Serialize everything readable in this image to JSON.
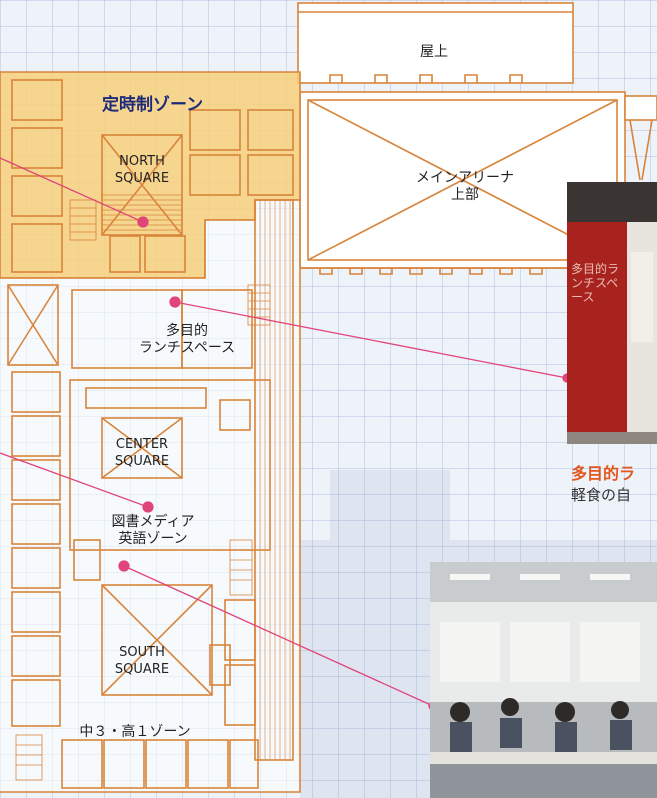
{
  "zone_title": "定時制ゾーン",
  "labels": {
    "rooftop": "屋上",
    "main_arena_line1": "メインアリーナ",
    "main_arena_line2": "上部",
    "north_square_line1": "NORTH",
    "north_square_line2": "SQUARE",
    "lunch_space_line1": "多目的",
    "lunch_space_line2": "ランチスペース",
    "center_square_line1": "CENTER",
    "center_square_line2": "SQUARE",
    "media_line1": "図書メディア",
    "media_line2": "英語ゾーン",
    "south_square_line1": "SOUTH",
    "south_square_line2": "SQUARE",
    "junior_zone": "中３・高１ゾーン"
  },
  "captions": {
    "lunch_title": "多目的ラ",
    "lunch_text": "軽食の自"
  },
  "photo_sign_text": "多目的ランチスペース",
  "colors": {
    "wall": "#d9843a",
    "zone_fill": "#f7cf7a",
    "connector": "#e0457a",
    "zone_title": "#1d2a7a",
    "caption_title": "#e2571e"
  }
}
